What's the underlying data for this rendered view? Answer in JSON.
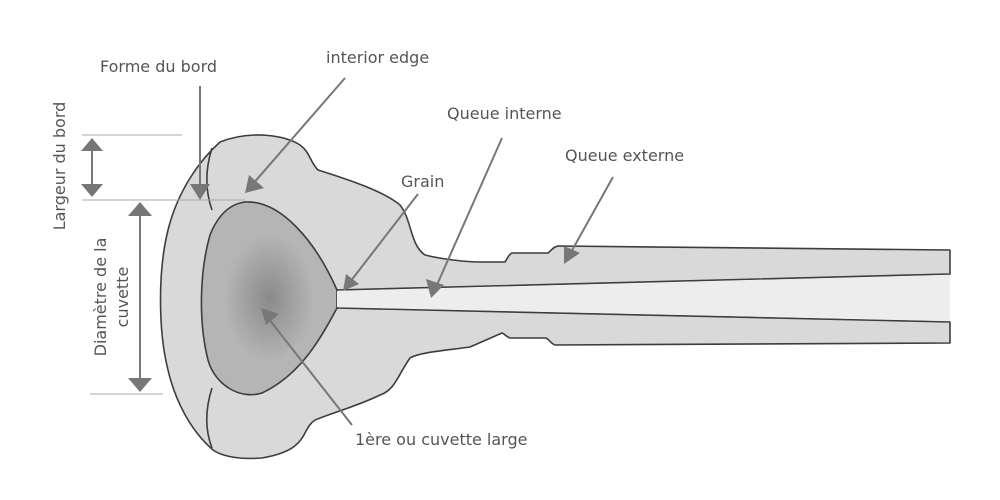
{
  "labels": {
    "rim_shape": "Forme du bord",
    "inner_edge": "interior edge",
    "inner_shank": "Queue interne",
    "outer_shank": "Queue externe",
    "throat": "Grain",
    "cup": "1ère ou cuvette large",
    "rim_width": "Largeur du bord",
    "cup_diameter_line1": "Diamètre de la",
    "cup_diameter_line2": "cuvette"
  },
  "colors": {
    "body": "#d9d9d9",
    "cup": "#b5b5b5",
    "cup_center": "#8a8a8a",
    "bore": "#ededed",
    "outline": "#3d3d3d",
    "leader": "#777777",
    "text": "#555555"
  }
}
